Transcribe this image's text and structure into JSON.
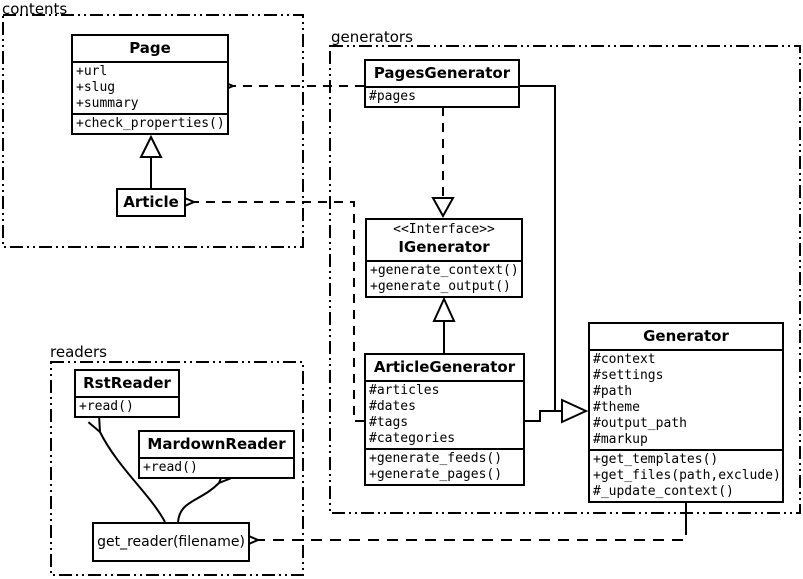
{
  "packages": {
    "contents": {
      "label": "contents"
    },
    "generators": {
      "label": "generators"
    },
    "readers": {
      "label": "readers"
    }
  },
  "classes": {
    "page": {
      "title": "Page",
      "attributes": [
        "+url",
        "+slug",
        "+summary"
      ],
      "methods": [
        "+check_properties()"
      ]
    },
    "article": {
      "title": "Article"
    },
    "pages_generator": {
      "title": "PagesGenerator",
      "attributes": [
        "#pages"
      ]
    },
    "igenerator": {
      "stereotype": "<<Interface>>",
      "title": "IGenerator",
      "methods": [
        "+generate_context()",
        "+generate_output()"
      ]
    },
    "article_generator": {
      "title": "ArticleGenerator",
      "attributes": [
        "#articles",
        "#dates",
        "#tags",
        "#categories"
      ],
      "methods": [
        "+generate_feeds()",
        "+generate_pages()"
      ]
    },
    "generator": {
      "title": "Generator",
      "attributes": [
        "#context",
        "#settings",
        "#path",
        "#theme",
        "#output_path",
        "#markup"
      ],
      "methods": [
        "+get_templates()",
        "+get_files(path,exclude)",
        "#_update_context()"
      ]
    },
    "rst_reader": {
      "title": "RstReader",
      "methods": [
        "+read()"
      ]
    },
    "mardown_reader": {
      "title": "MardownReader",
      "methods": [
        "+read()"
      ]
    },
    "get_reader": {
      "label": "get_reader(filename)"
    }
  },
  "relations": [
    {
      "from": "Article",
      "to": "Page",
      "type": "generalization"
    },
    {
      "from": "PagesGenerator",
      "to": "Page",
      "type": "dependency"
    },
    {
      "from": "ArticleGenerator",
      "to": "Article",
      "type": "dependency"
    },
    {
      "from": "PagesGenerator",
      "to": "IGenerator",
      "type": "realization"
    },
    {
      "from": "ArticleGenerator",
      "to": "IGenerator",
      "type": "generalization"
    },
    {
      "from": "PagesGenerator",
      "to": "Generator",
      "type": "generalization"
    },
    {
      "from": "ArticleGenerator",
      "to": "Generator",
      "type": "generalization"
    },
    {
      "from": "Generator",
      "to": "get_reader(filename)",
      "type": "dependency"
    },
    {
      "from": "get_reader(filename)",
      "to": "RstReader",
      "type": "arrow"
    },
    {
      "from": "get_reader(filename)",
      "to": "MardownReader",
      "type": "arrow"
    }
  ],
  "colors": {
    "line": "#000000",
    "background": "#ffffff"
  }
}
